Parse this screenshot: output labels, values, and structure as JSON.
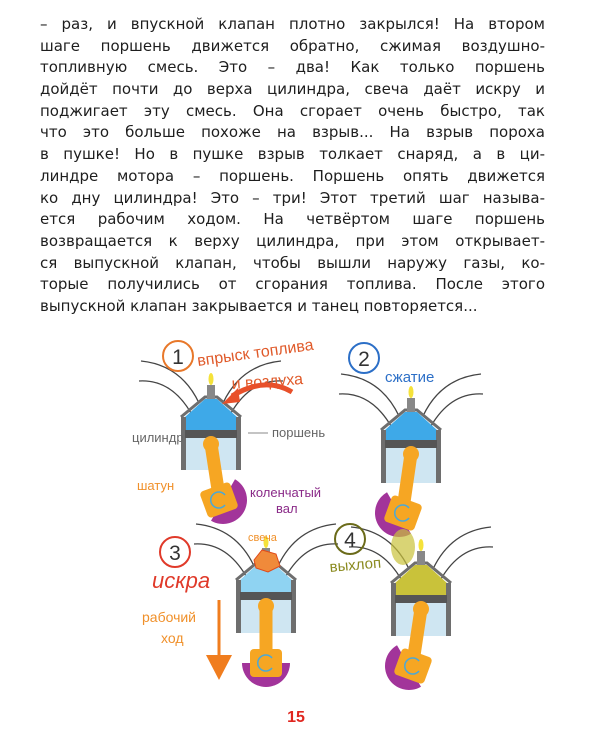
{
  "body_text": [
    "– раз, и впускной клапан плотно закрылся! На втором",
    "шаге поршень движется обратно, сжимая воздушно-",
    "топливную смесь. Это – два! Как только поршень",
    "дойдёт почти до верха цилиндра, свеча даёт искру и",
    "поджигает эту смесь. Она сгорает очень быстро, так",
    "что это больше похоже на взрыв... На взрыв пороха",
    "в пушке! Но в пушке взрыв толкает снаряд, а в ци-",
    "линдре мотора – поршень. Поршень опять движется",
    "ко дну цилиндра! Это – три! Этот третий шаг называ-",
    "ется рабочим ходом. На четвёртом шаге поршень",
    "возвращается к верху цилиндра, при этом открывает-",
    "ся выпускной клапан, чтобы вышли наружу газы, ко-",
    "торые получились от сгорания топлива. После этого",
    "выпускной клапан закрывается и танец повторяется..."
  ],
  "diagram": {
    "steps": [
      {
        "number": "1",
        "title_line1": "впрыск топлива",
        "title_line2": "и воздуха",
        "color": "#e8782a",
        "gas_color": "#3ea9e8"
      },
      {
        "number": "2",
        "title": "сжатие",
        "color": "#2c6fc7",
        "gas_color": "#3ea9e8"
      },
      {
        "number": "3",
        "title": "искра",
        "color": "#e03a2a",
        "gas_color": "#8fd3f2"
      },
      {
        "number": "4",
        "title": "выхлоп",
        "color": "#8a8a1e",
        "gas_color": "#c9c23a"
      }
    ],
    "labels": {
      "cylinder": "цилиндр",
      "piston": "поршень",
      "conrod": "шатун",
      "crankshaft_line1": "коленчатый",
      "crankshaft_line2": "вал",
      "spark_plug": "свеча",
      "power_stroke_line1": "рабочий",
      "power_stroke_line2": "ход"
    },
    "colors": {
      "conrod": "#f6a623",
      "crank": "#a2349a",
      "cylinder": "#6e6e6e",
      "arrow": "#f07d1e",
      "label_orange": "#f0902a",
      "label_purple": "#8a2a88",
      "label_gray": "#666666"
    }
  },
  "page_number": "15",
  "page_number_color": "#e0261f"
}
